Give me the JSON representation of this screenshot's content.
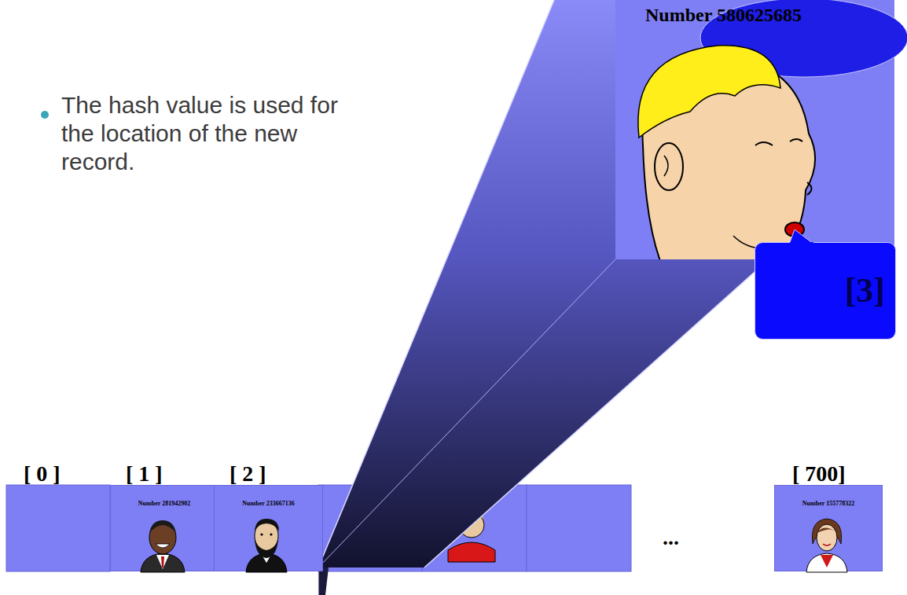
{
  "diagram": {
    "nodes": [
      {
        "text": [
          "Number 580625685"
        ]
      },
      {
        "text": [
          "[3]"
        ]
      },
      {
        "text": [
          "Number 281942902"
        ]
      },
      {
        "text": [
          "Number 233667136"
        ]
      },
      {
        "text": [
          "Number 155778322"
        ]
      }
    ],
    "labels": [
      "The hash value is used for the location of the new record.",
      "[ 0 ]",
      "[ 1 ]",
      "[ 2 ]",
      "[ 700]",
      "..."
    ]
  }
}
